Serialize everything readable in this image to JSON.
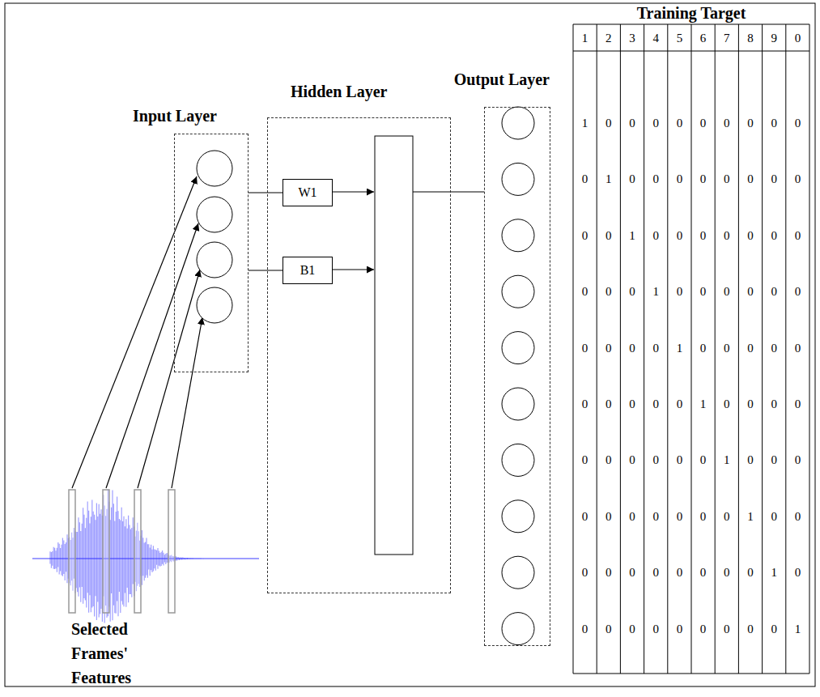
{
  "diagram": {
    "nodes": [
      {
        "text": [
          "Input Layer"
        ]
      },
      {
        "text": [
          "Hidden Layer"
        ]
      },
      {
        "text": [
          "W1"
        ],
        "in": 1
      },
      {
        "text": [
          "B1"
        ],
        "in": 1
      },
      {
        "text": [
          "Output Layer"
        ]
      }
    ],
    "edges": [
      {
        "from": 0,
        "to": 2,
        "arrow": "none"
      },
      {
        "from": 0,
        "to": 3,
        "arrow": "none"
      }
    ],
    "labels": [
      "Training Target",
      "1",
      "2",
      "3",
      "4",
      "5",
      "6",
      "7",
      "8",
      "9",
      "0",
      "1",
      "0",
      "0",
      "0",
      "0",
      "0",
      "0",
      "0",
      "0",
      "0",
      "0",
      "1",
      "0",
      "0",
      "0",
      "0",
      "0",
      "0",
      "0",
      "0",
      "0",
      "0",
      "1",
      "0",
      "0",
      "0",
      "0",
      "0",
      "0",
      "0",
      "0",
      "0",
      "0",
      "1",
      "0",
      "0",
      "0",
      "0",
      "0",
      "0",
      "0",
      "0",
      "0",
      "0",
      "1",
      "0",
      "0",
      "0",
      "0",
      "0",
      "0",
      "0",
      "0",
      "0",
      "0",
      "1",
      "0",
      "0",
      "0",
      "0",
      "0",
      "0",
      "0",
      "0",
      "0",
      "0",
      "1",
      "0",
      "0",
      "0",
      "0",
      "0",
      "0",
      "0",
      "0",
      "0",
      "0",
      "1",
      "0",
      "0",
      "0",
      "0",
      "0",
      "0",
      "0",
      "0",
      "0",
      "0",
      "1",
      "0",
      "0",
      "0",
      "0",
      "0",
      "0",
      "0",
      "0",
      "0",
      "0",
      "1",
      "Selected Frames' Features"
    ]
  }
}
